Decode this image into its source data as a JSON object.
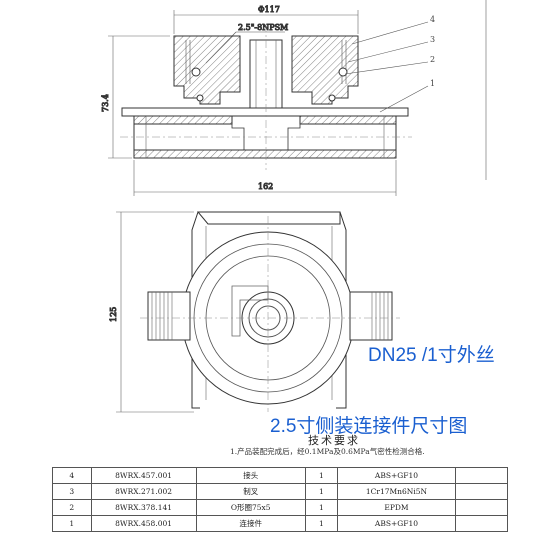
{
  "drawing": {
    "dimensions": {
      "top_width": "Φ117",
      "thread": "2.5\"-8NPSM",
      "height": "73.4",
      "length": "162",
      "side_height": "125"
    },
    "balloons": [
      "4",
      "3",
      "2",
      "1"
    ]
  },
  "annotations": {
    "thread_note": "DN25 /1寸外丝",
    "caption": "2.5寸侧装连接件尺寸图"
  },
  "technical": {
    "title": "技术要求",
    "notes": [
      "1.产品装配完成后，经0.1MPa及0.6MPa气密性检测合格."
    ]
  },
  "bom": [
    {
      "no": "4",
      "code": "8WRX.457.001",
      "name": "接头",
      "qty": "1",
      "material": "ABS+GF10",
      "remark": ""
    },
    {
      "no": "3",
      "code": "8WRX.271.002",
      "name": "制叉",
      "qty": "1",
      "material": "1Cr17Mn6Ni5N",
      "remark": ""
    },
    {
      "no": "2",
      "code": "8WRX.378.141",
      "name": "O形圈75x5",
      "qty": "1",
      "material": "EPDM",
      "remark": ""
    },
    {
      "no": "1",
      "code": "8WRX.458.001",
      "name": "连接件",
      "qty": "1",
      "material": "ABS+GF10",
      "remark": ""
    }
  ],
  "colors": {
    "line": "#333333",
    "hatch": "#777777",
    "annotation": "#1a5fd0"
  }
}
